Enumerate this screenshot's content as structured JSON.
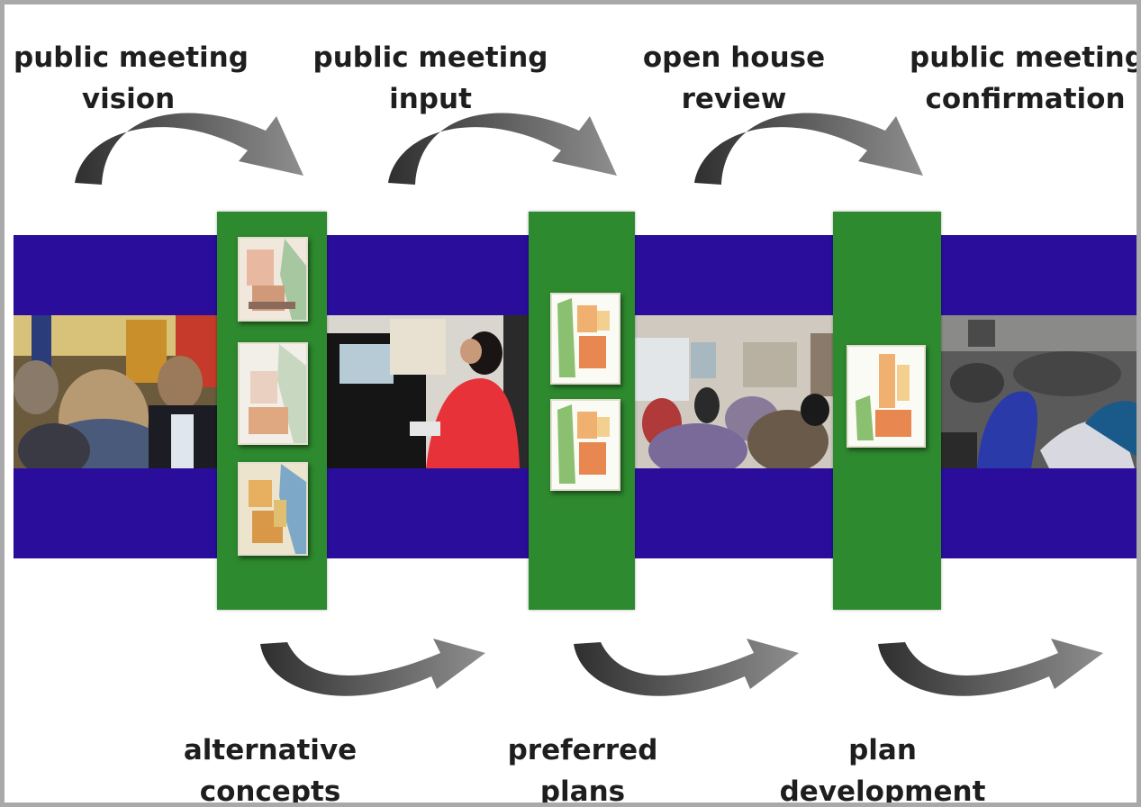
{
  "top_labels": [
    {
      "line1": "public meeting",
      "line2": "vision"
    },
    {
      "line1": "public meeting",
      "line2": "input"
    },
    {
      "line1": "open house",
      "line2": "review"
    },
    {
      "line1": "public meeting",
      "line2": "confirmation"
    }
  ],
  "bottom_labels": [
    {
      "line1": "alternative",
      "line2": "concepts"
    },
    {
      "line1": "preferred",
      "line2": "plans"
    },
    {
      "line1": "plan",
      "line2": "development"
    }
  ],
  "colors": {
    "band": "#2a0d9a",
    "stage_bar": "#2e8a2e",
    "arrow_dark": "#3a3a3a",
    "arrow_light": "#9a9a9a",
    "frame": "#a9a9a9"
  },
  "icons": [
    "curved-arrow-icon"
  ]
}
